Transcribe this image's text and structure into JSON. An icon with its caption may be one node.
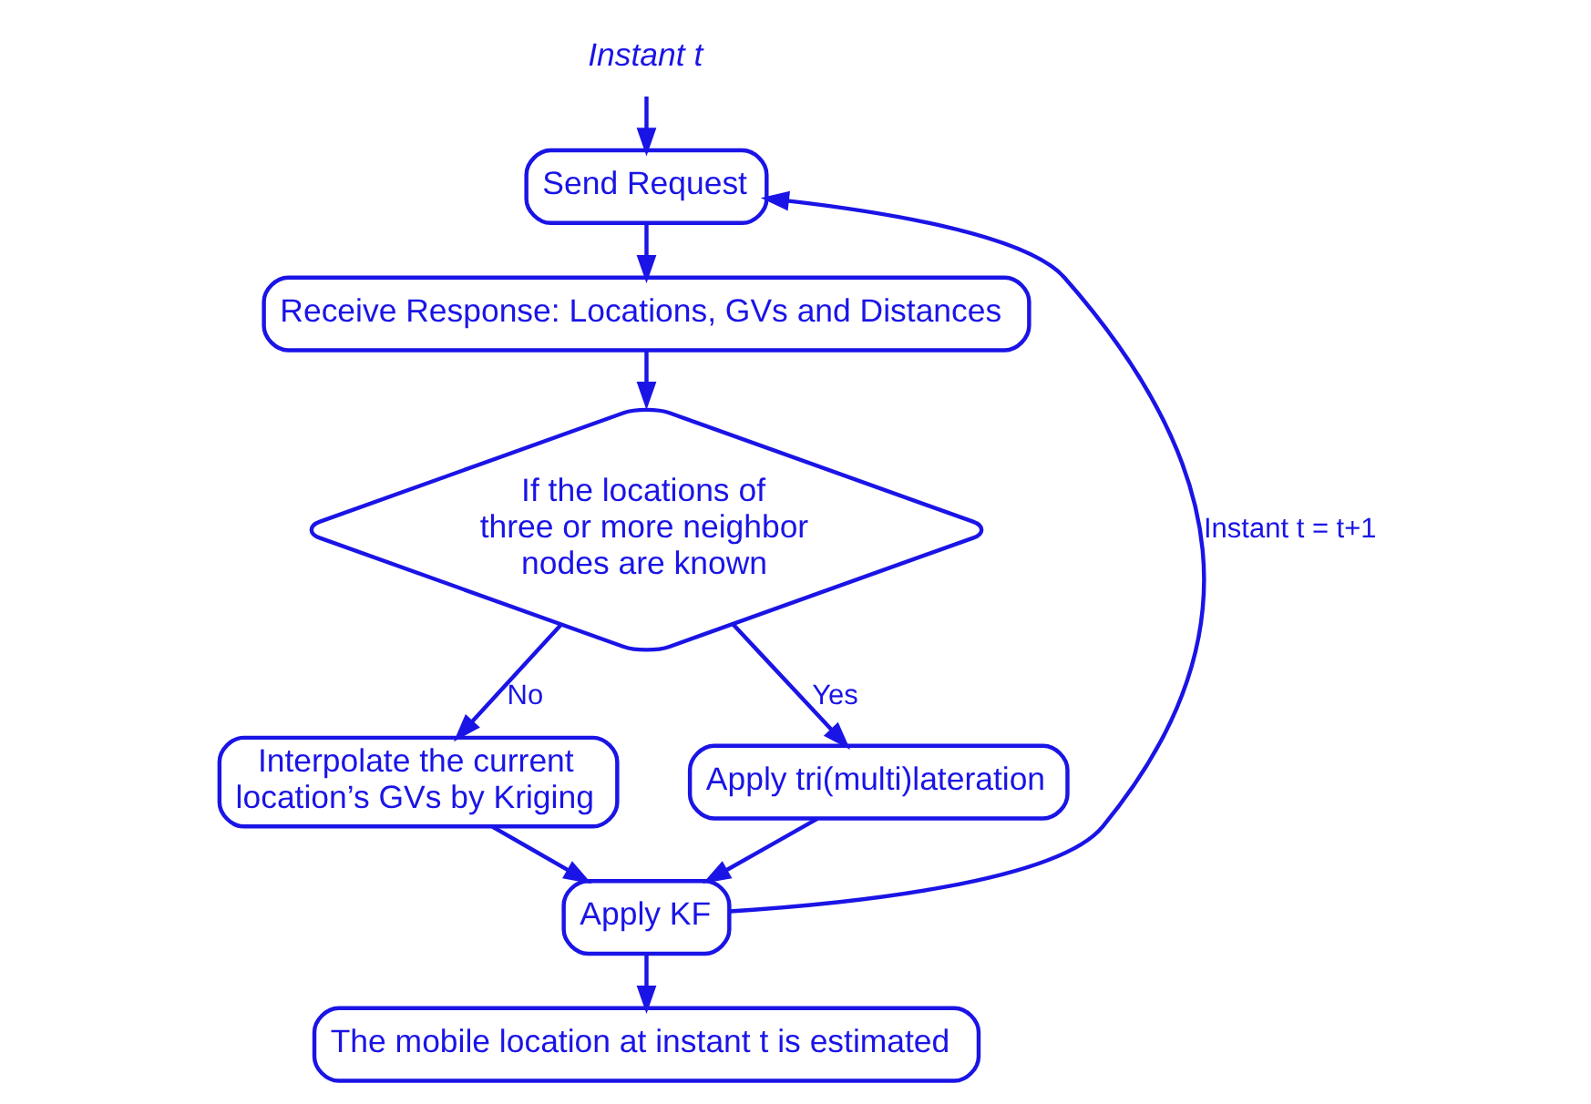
{
  "diagram": {
    "nodes": [
      {
        "text": [
          "Instant t"
        ]
      },
      {
        "text": [
          "Send Request"
        ]
      },
      {
        "text": [
          "Receive Response: Locations, GVs and Distances"
        ]
      },
      {
        "text": [
          "If the locations of three or more neighbor nodes are known"
        ]
      },
      {
        "text": [
          "Interpolate the current location’s GVs by Kriging"
        ]
      },
      {
        "text": [
          "Apply tri(multi)lateration"
        ]
      },
      {
        "text": [
          "Apply KF"
        ]
      },
      {
        "text": [
          "The mobile location at instant t is estimated"
        ]
      }
    ],
    "edges": [
      {
        "from": 0,
        "to": 1,
        "arrow": "to"
      },
      {
        "from": 1,
        "to": 2,
        "arrow": "to"
      },
      {
        "from": 2,
        "to": 3,
        "arrow": "to"
      },
      {
        "from": 3,
        "to": 4,
        "arrow": "to",
        "label": "No"
      },
      {
        "from": 3,
        "to": 5,
        "arrow": "to",
        "label": "Yes"
      },
      {
        "from": 4,
        "to": 6,
        "arrow": "to"
      },
      {
        "from": 5,
        "to": 6,
        "arrow": "to"
      },
      {
        "from": 6,
        "to": 7,
        "arrow": "to"
      },
      {
        "from": 6,
        "to": 1,
        "arrow": "to",
        "label": "Instant t = t+1"
      }
    ]
  }
}
